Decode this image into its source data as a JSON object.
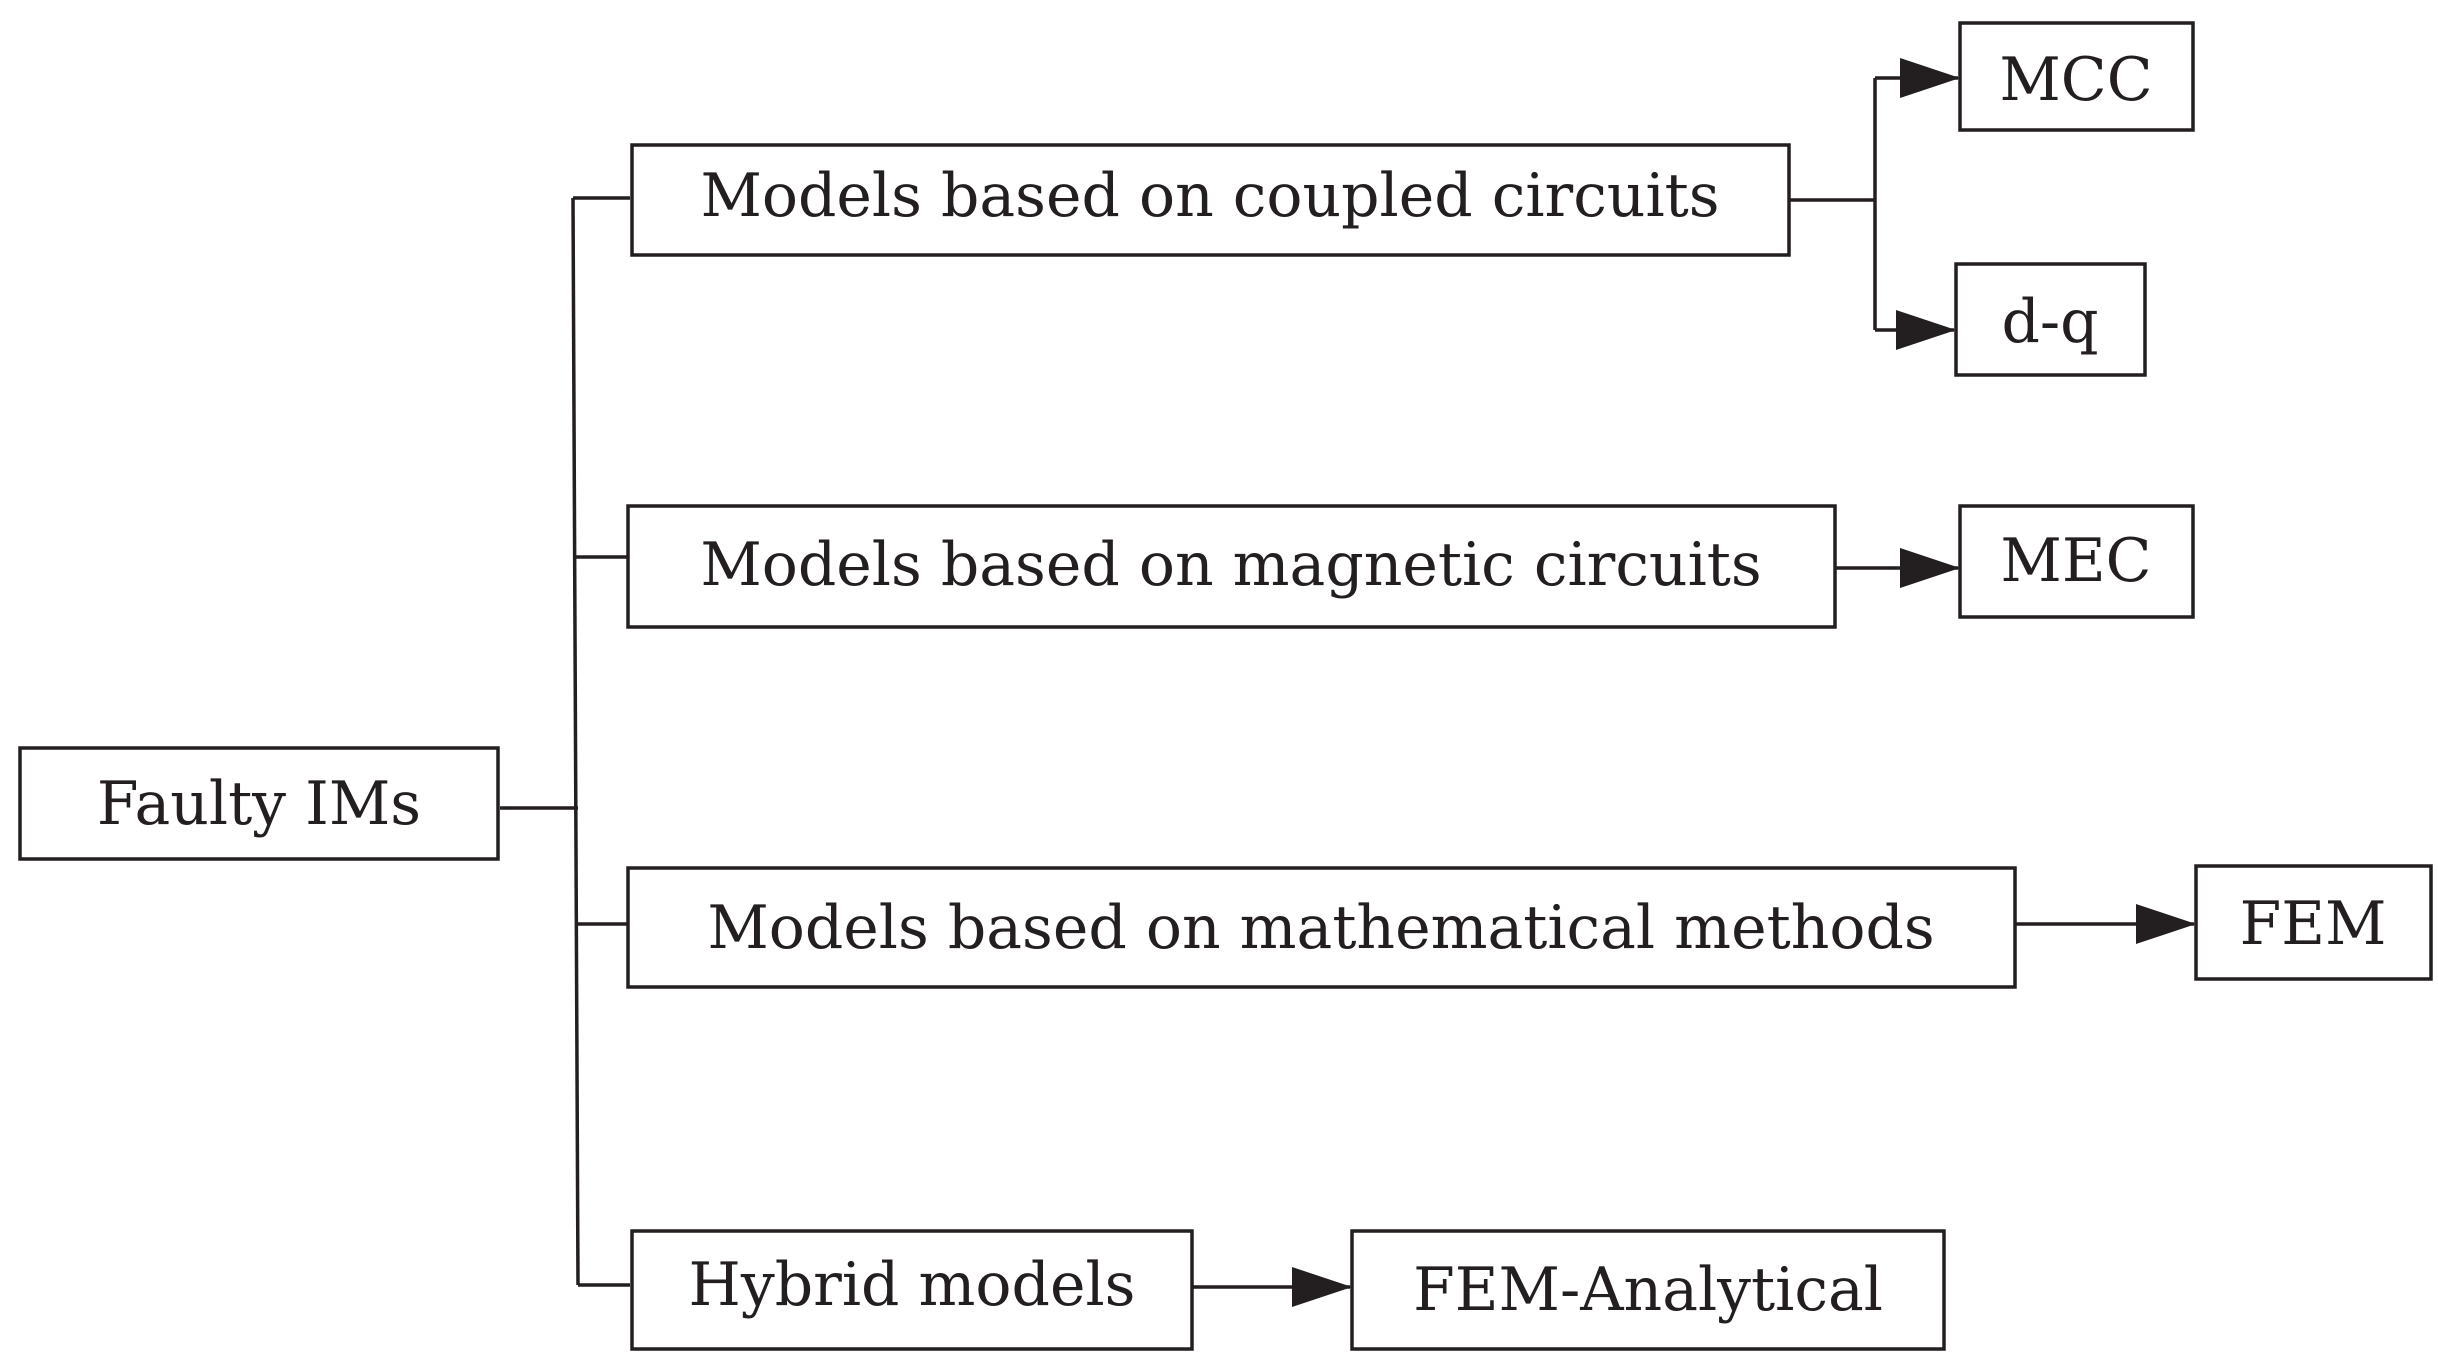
{
  "diagram": {
    "root": {
      "label": "Faulty IMs"
    },
    "categories": [
      {
        "label": "Models based on coupled circuits"
      },
      {
        "label": "Models based on magnetic circuits"
      },
      {
        "label": "Models based on mathematical methods"
      },
      {
        "label": "Hybrid models"
      }
    ],
    "methods": [
      {
        "label": "MCC"
      },
      {
        "label": "d-q"
      },
      {
        "label": "MEC"
      },
      {
        "label": "FEM"
      },
      {
        "label": "FEM-Analytical"
      }
    ]
  },
  "colors": {
    "ink": "#231f20",
    "background": "#ffffff"
  }
}
